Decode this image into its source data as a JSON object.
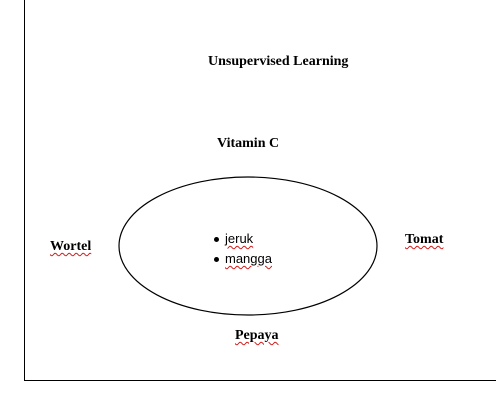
{
  "diagram": {
    "title": "Unsupervised Learning",
    "cluster": {
      "top_label": "Vitamin C",
      "items": [
        "jeruk",
        "mangga"
      ]
    },
    "left_label": "Wortel",
    "right_label": "Tomat",
    "bottom_label": "Pepaya"
  },
  "colors": {
    "ink": "#000000",
    "spellcheck": "#d11a1a"
  }
}
